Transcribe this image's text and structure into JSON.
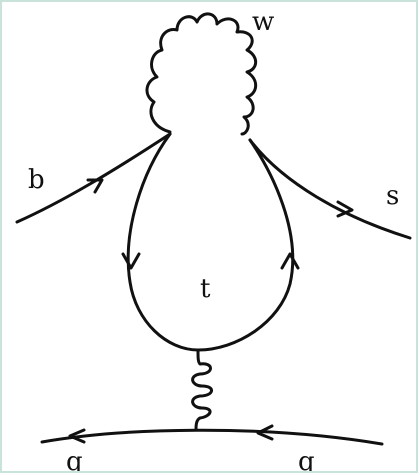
{
  "diagram": {
    "labels": {
      "w": "w",
      "b": "b",
      "s": "s",
      "t": "t",
      "q_left": "q",
      "q_right": "q"
    },
    "particles": {
      "incoming_quark": "b",
      "outgoing_quark": "s",
      "loop_quark": "t",
      "boson_loop": "w",
      "spectator_quarks": [
        "q",
        "q"
      ]
    },
    "colors": {
      "ink": "#111111",
      "background": "#ffffff",
      "border": "#c9e3da"
    }
  }
}
